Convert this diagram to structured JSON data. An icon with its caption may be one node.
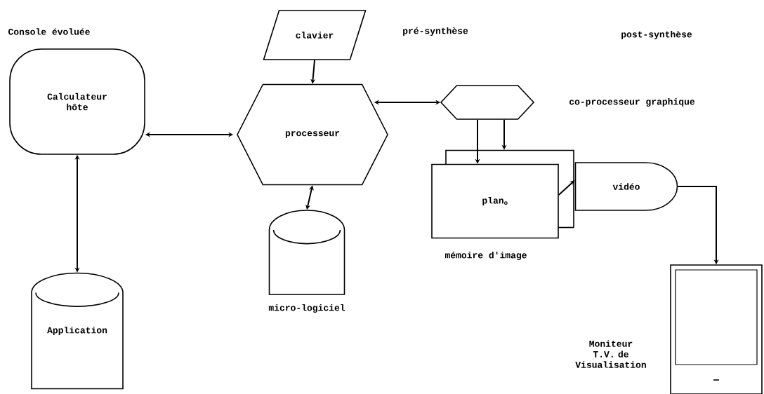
{
  "diagram": {
    "nodes": [
      {
        "text": [
          "Calculateur hôte"
        ]
      },
      {
        "text": [
          "Application"
        ]
      },
      {
        "text": [
          "clavier"
        ]
      },
      {
        "text": [
          "processeur"
        ]
      },
      {
        "text": [],
        "shape": "cylinder",
        "beside": [
          "micro-logiciel"
        ]
      },
      {
        "text": [],
        "shape": "hexagon",
        "beside": [
          "co-processeur graphique"
        ]
      },
      {
        "text": [
          "plan$_{o}$"
        ],
        "beside": [
          "mémoire d'image"
        ]
      },
      {
        "text": [
          "vidéo"
        ]
      },
      {
        "text": [],
        "shape": "monitor",
        "beside": [
          "Moniteur T.V. de Visualisation"
        ]
      }
    ],
    "edges": [
      {
        "from": 0,
        "to": 3,
        "arrow": "both"
      },
      {
        "from": 0,
        "to": 1,
        "arrow": "both"
      },
      {
        "from": 2,
        "to": 3,
        "arrow": "to"
      },
      {
        "from": 3,
        "to": 4,
        "arrow": "both"
      },
      {
        "from": 3,
        "to": 5,
        "arrow": "both"
      },
      {
        "from": 5,
        "to": 6,
        "arrow": "to"
      },
      {
        "from": 5,
        "to": 6,
        "arrow": "to"
      },
      {
        "from": 6,
        "to": 7,
        "arrow": "to"
      },
      {
        "from": 7,
        "to": 8,
        "arrow": "to"
      }
    ],
    "labels": [
      "Console évoluée",
      "pré-synthèse",
      "post-synthèse"
    ]
  }
}
